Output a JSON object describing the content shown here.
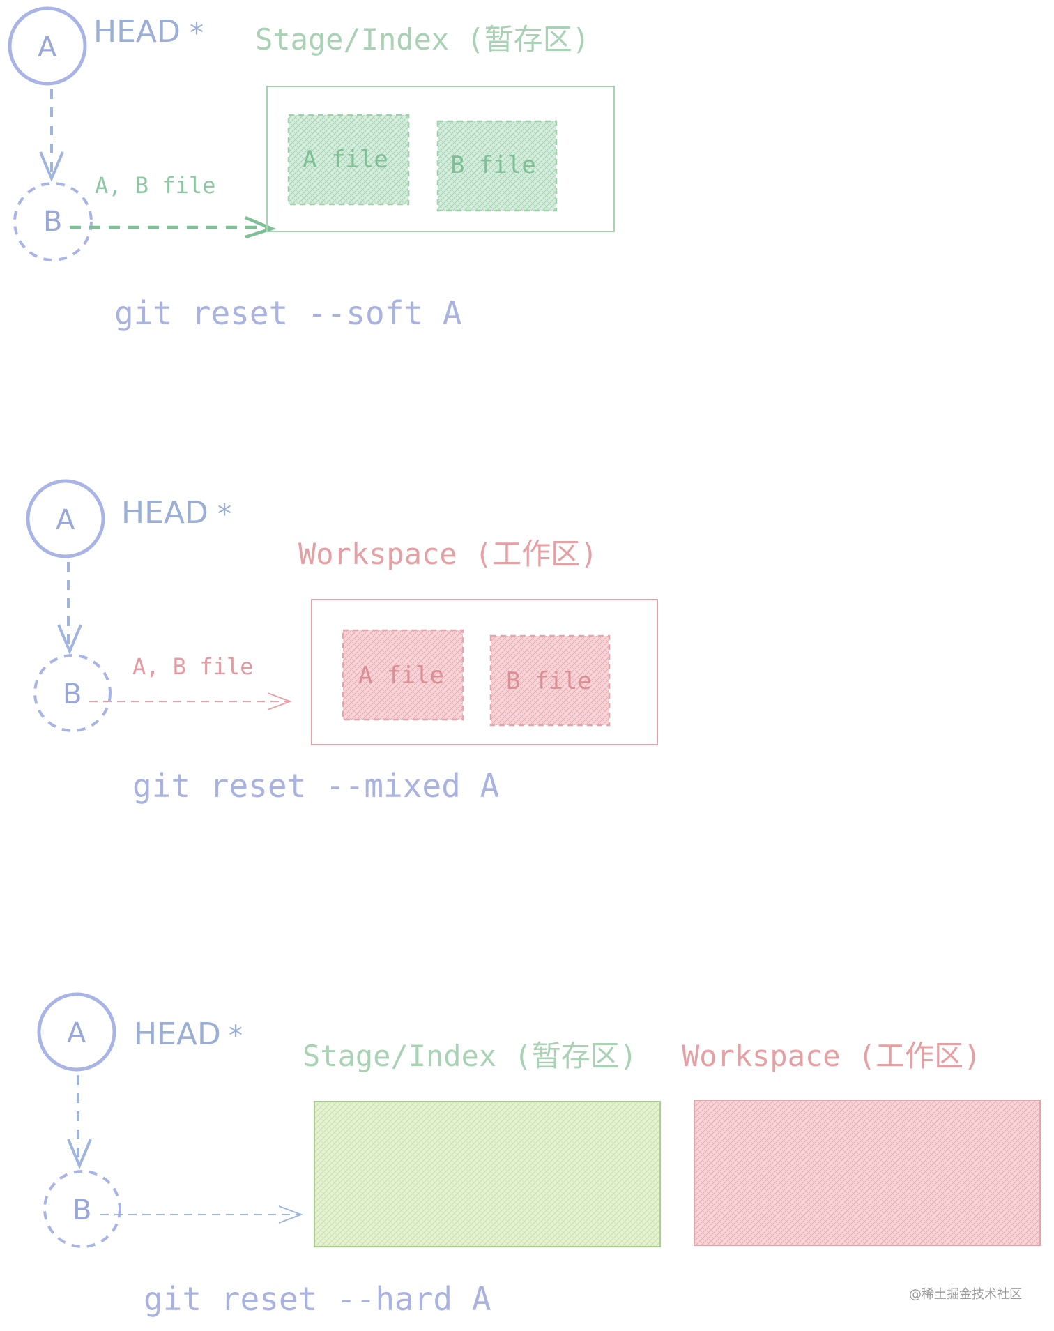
{
  "colors": {
    "node_blue": "#a9b4e6",
    "text_blue": "#9aaed6",
    "green": "#8fc9a2",
    "green_fill": "#cbe8d4",
    "pink": "#e29ea3",
    "pink_fill": "#f6cfd3",
    "lime_fill": "#e0eec7",
    "command": "#aab3df"
  },
  "panels": [
    {
      "node_a": "A",
      "node_b": "B",
      "head_label": "HEAD",
      "head_star": "*",
      "edge_label": "A, B file",
      "area_label": "Stage/Index (暂存区)",
      "file_a": "A file",
      "file_b": "B file",
      "command": "git reset --soft A"
    },
    {
      "node_a": "A",
      "node_b": "B",
      "head_label": "HEAD",
      "head_star": "*",
      "edge_label": "A, B file",
      "area_label": "Workspace (工作区)",
      "file_a": "A file",
      "file_b": "B file",
      "command": "git reset --mixed A"
    },
    {
      "node_a": "A",
      "node_b": "B",
      "head_label": "HEAD",
      "head_star": "*",
      "area_label_stage": "Stage/Index (暂存区)",
      "area_label_workspace": "Workspace (工作区)",
      "command": "git reset --hard A"
    }
  ],
  "footer": "@稀土掘金技术社区"
}
